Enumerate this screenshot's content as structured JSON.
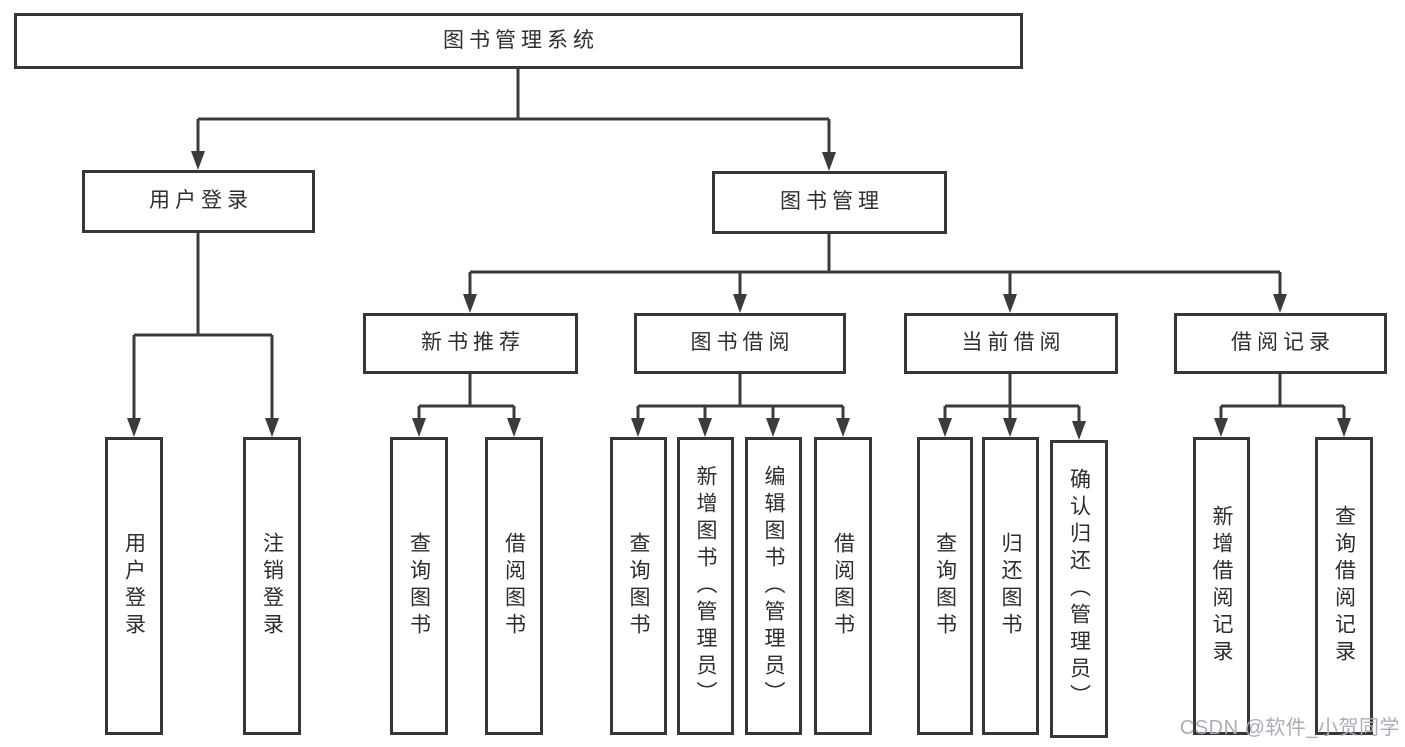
{
  "diagram": {
    "root": {
      "label": "图书管理系统"
    },
    "level2": [
      {
        "label": "用户登录",
        "children": [
          {
            "label": "用户登录"
          },
          {
            "label": "注销登录"
          }
        ]
      },
      {
        "label": "图书管理",
        "sections": [
          {
            "label": "新书推荐",
            "children": [
              {
                "label": "查询图书"
              },
              {
                "label": "借阅图书"
              }
            ]
          },
          {
            "label": "图书借阅",
            "children": [
              {
                "label": "查询图书"
              },
              {
                "label": "新增图书（管理员）"
              },
              {
                "label": "编辑图书（管理员）"
              },
              {
                "label": "借阅图书"
              }
            ]
          },
          {
            "label": "当前借阅",
            "children": [
              {
                "label": "查询图书"
              },
              {
                "label": "归还图书"
              },
              {
                "label": "确认归还（管理员）"
              }
            ]
          },
          {
            "label": "借阅记录",
            "children": [
              {
                "label": "新增借阅记录"
              },
              {
                "label": "查询借阅记录"
              }
            ]
          }
        ]
      }
    ]
  },
  "watermark": {
    "text": "CSDN @软件_小贺同学"
  },
  "colors": {
    "line": "#3b3b3b",
    "box_border": "#373737",
    "text": "#2e2e2e",
    "watermark": "#a9aeb6",
    "background": "#ffffff"
  }
}
